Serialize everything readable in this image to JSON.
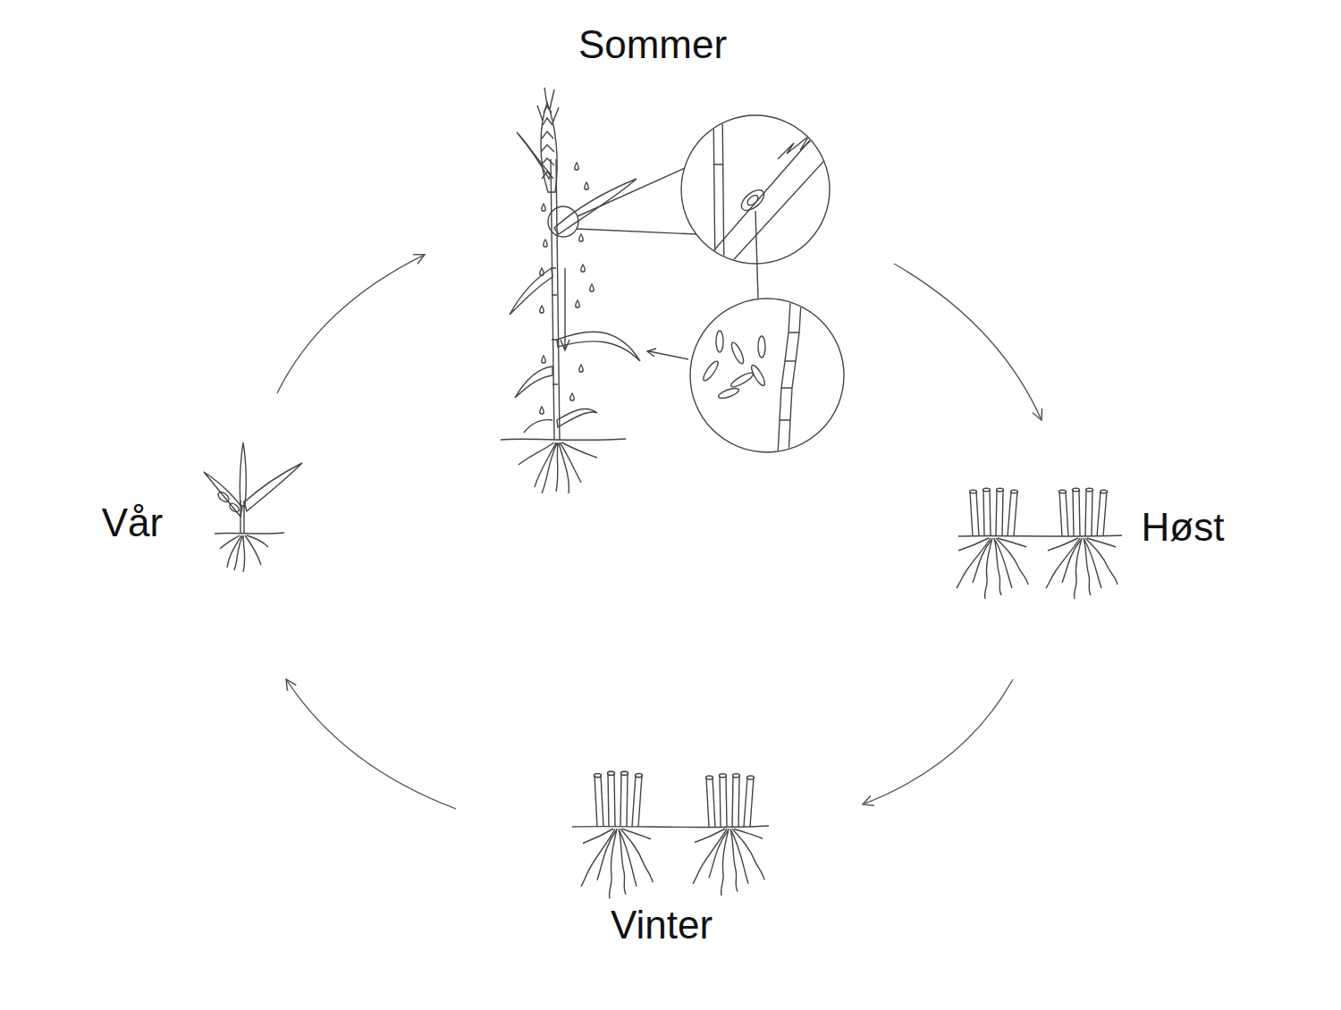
{
  "diagram": {
    "nodes": [
      {
        "text": [
          "Sommer"
        ]
      },
      {
        "text": [
          "Høst"
        ]
      },
      {
        "text": [
          "Vinter"
        ]
      },
      {
        "text": [
          "Vår"
        ]
      }
    ],
    "edges": [
      {
        "from": 0,
        "to": 1,
        "arrow": "to"
      },
      {
        "from": 1,
        "to": 2,
        "arrow": "to"
      },
      {
        "from": 2,
        "to": 3,
        "arrow": "to"
      },
      {
        "from": 3,
        "to": 0,
        "arrow": "to"
      }
    ]
  }
}
